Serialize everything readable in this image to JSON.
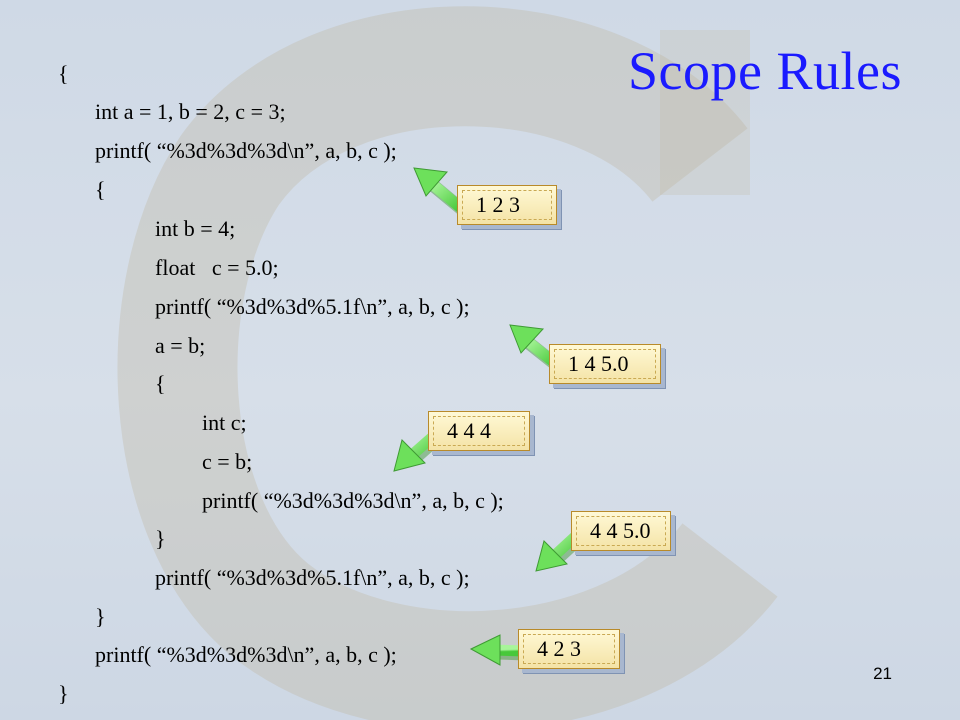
{
  "title": "Scope Rules",
  "code": [
    "{",
    "int a = 1, b = 2, c = 3;",
    "printf( “%3d%3d%3d\\n”, a, b, c );",
    "{",
    "int b = 4;",
    "float   c = 5.0;",
    "printf( “%3d%3d%5.1f\\n”, a, b, c );",
    "a = b;",
    "{",
    "int c;",
    "c = b;",
    "printf( “%3d%3d%3d\\n”, a, b, c );",
    "}",
    "printf( “%3d%3d%5.1f\\n”, a, b, c );",
    "}",
    "printf( “%3d%3d%3d\\n”, a, b, c );",
    "}"
  ],
  "outputs": [
    "1 2 3",
    "1 4 5.0",
    "4 4 4",
    "4 4 5.0",
    "4 2 3"
  ],
  "page_number": "21",
  "colors": {
    "title": "#1a1aff",
    "arrow": "#7ee86a",
    "box": "#f8ecb8"
  }
}
